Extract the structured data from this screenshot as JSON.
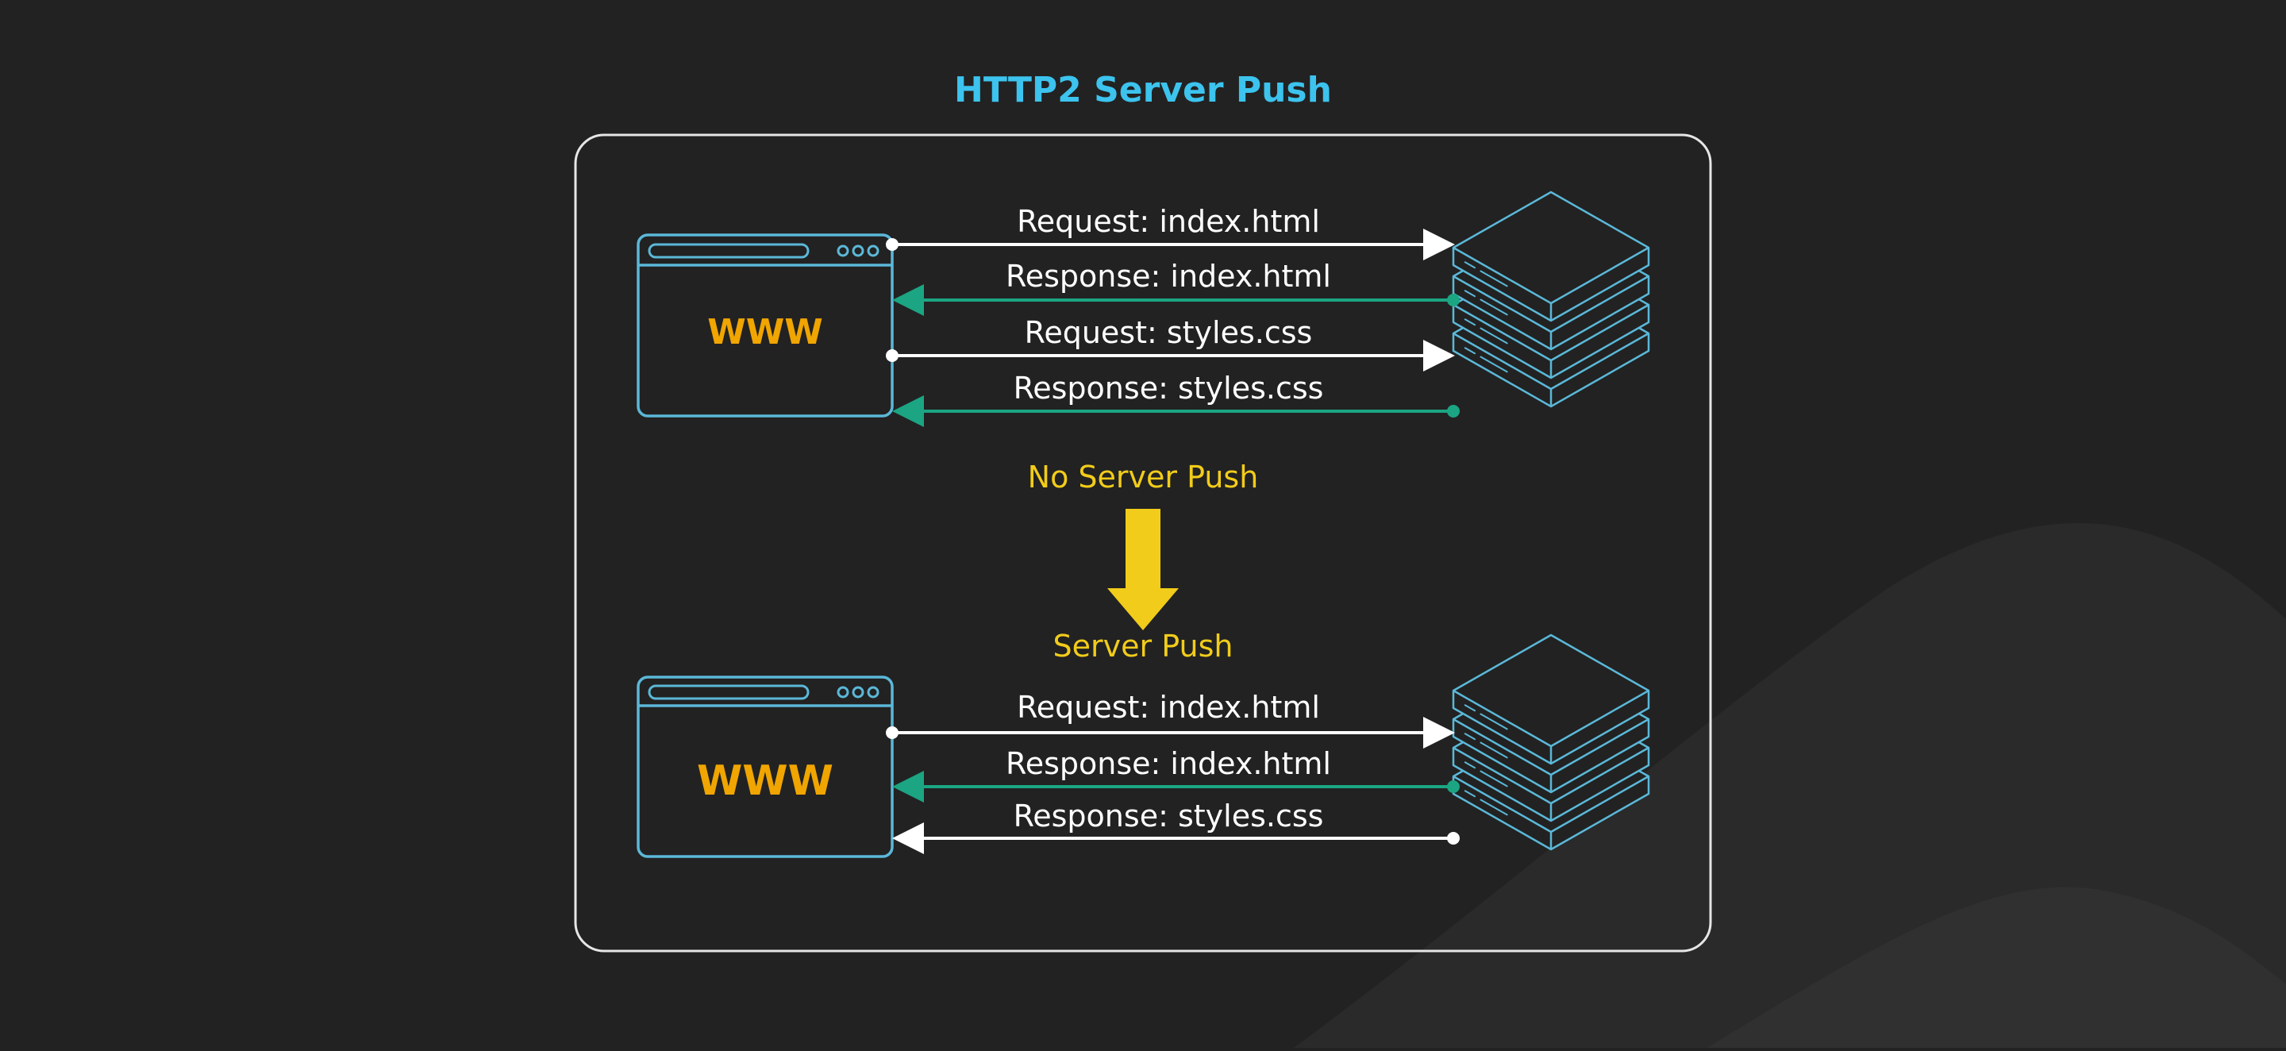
{
  "title": "HTTP2 Server Push",
  "colors": {
    "background": "#222222",
    "title": "#3CC3EE",
    "outline": "#5BB8D8",
    "www": "#F0A500",
    "section_label": "#F2CC1A",
    "request_arrow": "#FFFFFF",
    "response_arrow": "#1BA583",
    "text": "#FFFFFF",
    "frame": "#E6E6E6"
  },
  "sections": {
    "no_push": {
      "label": "No Server Push",
      "browser_text": "WWW",
      "messages": [
        {
          "text": "Request: index.html",
          "direction": "to-server",
          "style": "request"
        },
        {
          "text": "Response: index.html",
          "direction": "to-client",
          "style": "response"
        },
        {
          "text": "Request: styles.css",
          "direction": "to-server",
          "style": "request"
        },
        {
          "text": "Response: styles.css",
          "direction": "to-client",
          "style": "response"
        }
      ]
    },
    "push": {
      "label": "Server Push",
      "browser_text": "WWW",
      "messages": [
        {
          "text": "Request: index.html",
          "direction": "to-server",
          "style": "request"
        },
        {
          "text": "Response: index.html",
          "direction": "to-client",
          "style": "response"
        },
        {
          "text": "Response: styles.css",
          "direction": "to-client",
          "style": "push"
        }
      ]
    }
  },
  "icons": {
    "browser": "browser-window-icon",
    "server": "server-stack-icon",
    "transition": "down-arrow-icon"
  }
}
